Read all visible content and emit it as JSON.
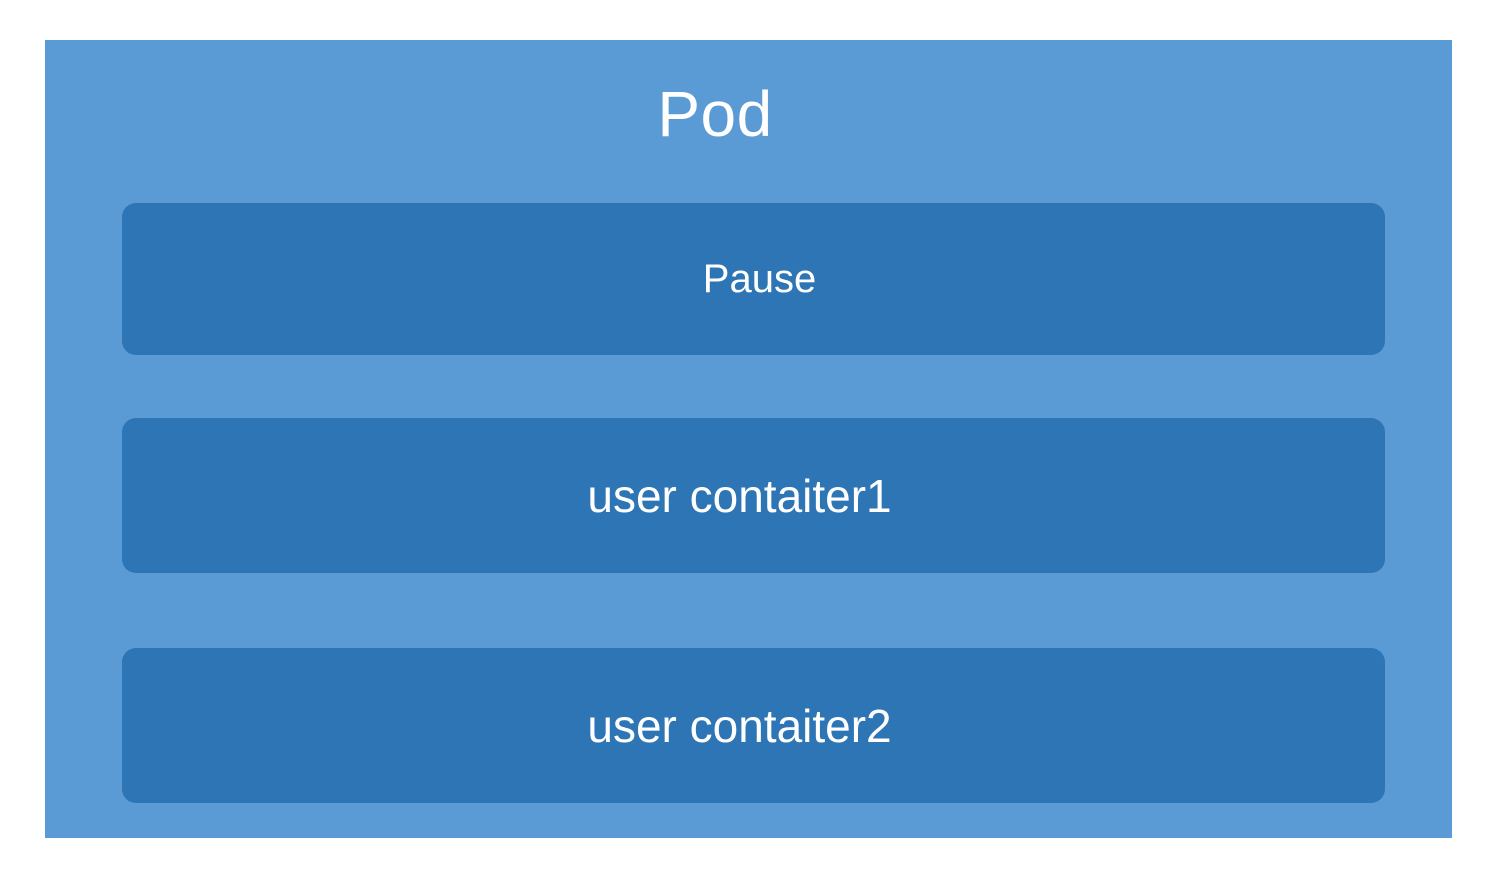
{
  "diagram": {
    "type": "nested-box",
    "title": "Pod",
    "background_color": "#ffffff",
    "outer": {
      "label": "Pod",
      "fill_color": "#5b9bd5",
      "text_color": "#ffffff"
    },
    "containers": [
      {
        "id": "pause",
        "label": "Pause",
        "fill_color": "#2e75b6",
        "text_color": "#ffffff"
      },
      {
        "id": "user-container-1",
        "label": "user contaiter1",
        "fill_color": "#2e75b6",
        "text_color": "#ffffff"
      },
      {
        "id": "user-container-2",
        "label": "user contaiter2",
        "fill_color": "#2e75b6",
        "text_color": "#ffffff"
      }
    ]
  }
}
